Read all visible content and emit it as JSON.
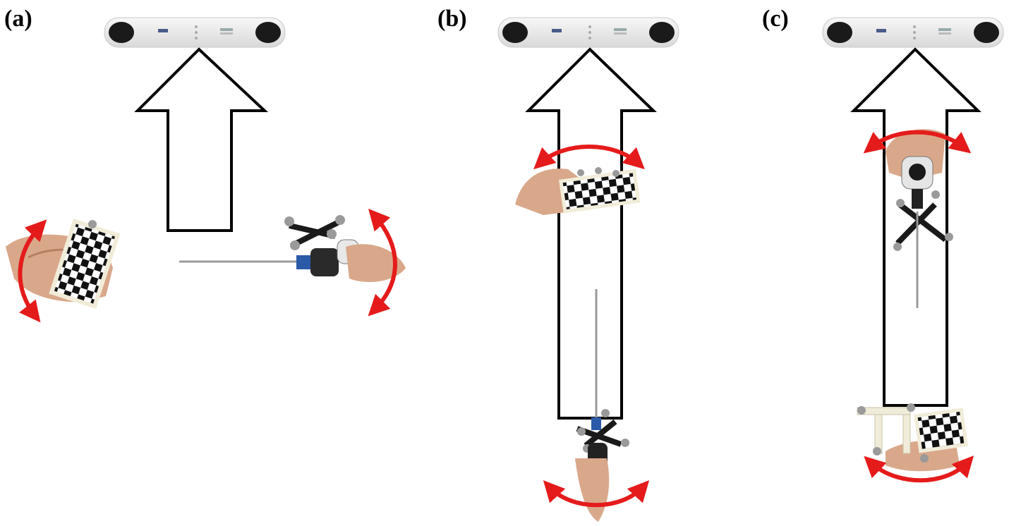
{
  "panels": [
    {
      "label": "(a)"
    },
    {
      "label": "(b)"
    },
    {
      "label": "(c)"
    }
  ],
  "colors": {
    "background": "#ffffff",
    "arrow_outline": "#000000",
    "rotation_arrows": "#e51b1b"
  },
  "icons": [
    "hollow-arrow-icon",
    "rotation-arrow-icon",
    "optical-tracker-camera",
    "calibration-checkerboard",
    "tracked-laparoscope"
  ]
}
